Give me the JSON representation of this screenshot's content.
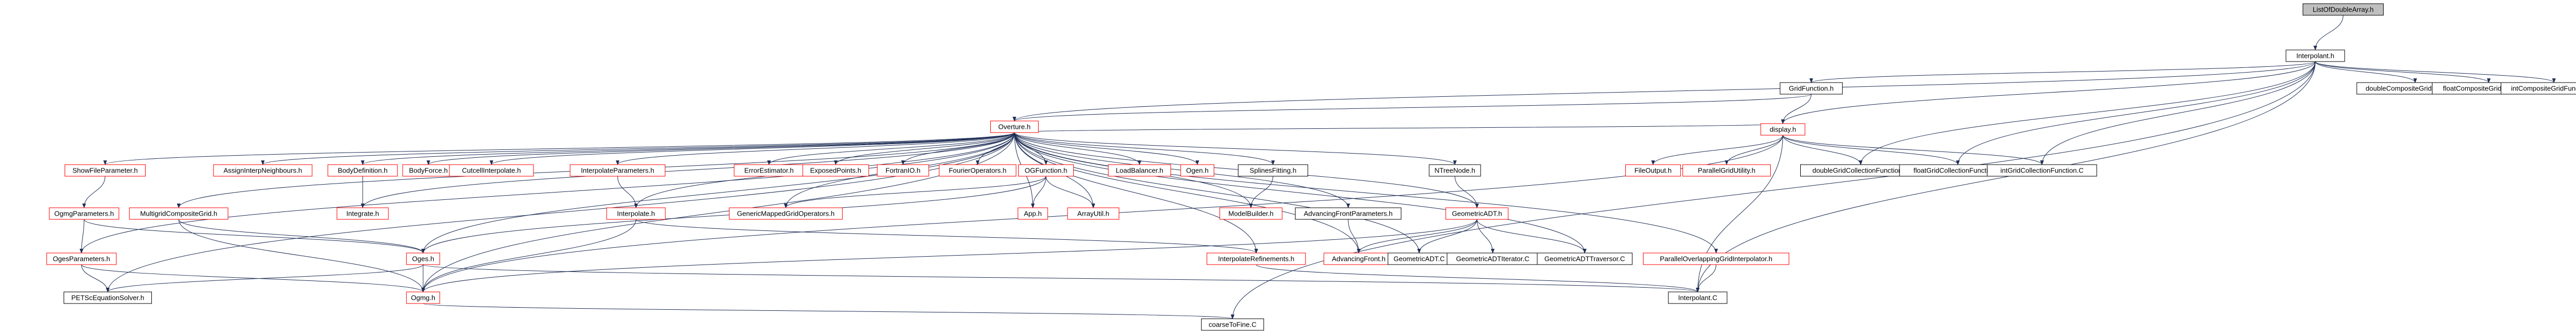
{
  "graph": {
    "nodes": [
      {
        "id": "root",
        "label": "ListOfDoubleArray.h",
        "style": "root"
      },
      {
        "id": "interp",
        "label": "Interpolant.h",
        "style": "black"
      },
      {
        "id": "gridfn",
        "label": "GridFunction.h",
        "style": "black"
      },
      {
        "id": "dcgf",
        "label": "doubleCompositeGridFunction.C",
        "style": "black"
      },
      {
        "id": "fcgf",
        "label": "floatCompositeGridFunction.C",
        "style": "black"
      },
      {
        "id": "icgf",
        "label": "intCompositeGridFunction.C",
        "style": "black"
      },
      {
        "id": "overture",
        "label": "Overture.h",
        "style": "red"
      },
      {
        "id": "display",
        "label": "display.h",
        "style": "red"
      },
      {
        "id": "showfile",
        "label": "ShowFileParameter.h",
        "style": "red"
      },
      {
        "id": "assignnb",
        "label": "AssignInterpNeighbours.h",
        "style": "red"
      },
      {
        "id": "bodydef",
        "label": "BodyDefinition.h",
        "style": "red"
      },
      {
        "id": "bodyforce",
        "label": "BodyForce.h",
        "style": "red"
      },
      {
        "id": "cutcell",
        "label": "CutcellInterpolate.h",
        "style": "red"
      },
      {
        "id": "interpparams",
        "label": "InterpolateParameters.h",
        "style": "red"
      },
      {
        "id": "errest",
        "label": "ErrorEstimator.h",
        "style": "red"
      },
      {
        "id": "exposed",
        "label": "ExposedPoints.h",
        "style": "red"
      },
      {
        "id": "fortran",
        "label": "FortranIO.h",
        "style": "red"
      },
      {
        "id": "fourier",
        "label": "FourierOperators.h",
        "style": "red"
      },
      {
        "id": "ogfunc",
        "label": "OGFunction.h",
        "style": "red"
      },
      {
        "id": "loadbal",
        "label": "LoadBalancer.h",
        "style": "red"
      },
      {
        "id": "ogen",
        "label": "Ogen.h",
        "style": "red"
      },
      {
        "id": "splinesf",
        "label": "SplinesFitting.h",
        "style": "black"
      },
      {
        "id": "ntree",
        "label": "NTreeNode.h",
        "style": "black"
      },
      {
        "id": "fileoutput",
        "label": "FileOutput.h",
        "style": "red"
      },
      {
        "id": "parallelgu",
        "label": "ParallelGridUtility.h",
        "style": "red"
      },
      {
        "id": "dgcf",
        "label": "doubleGridCollectionFunction.C",
        "style": "black"
      },
      {
        "id": "fgcf",
        "label": "floatGridCollectionFunction.C",
        "style": "black"
      },
      {
        "id": "igcf",
        "label": "intGridCollectionFunction.C",
        "style": "black"
      },
      {
        "id": "ogmgparams",
        "label": "OgmgParameters.h",
        "style": "red"
      },
      {
        "id": "multigridcg",
        "label": "MultigridCompositeGrid.h",
        "style": "red"
      },
      {
        "id": "integrate",
        "label": "Integrate.h",
        "style": "red"
      },
      {
        "id": "interpolate",
        "label": "Interpolate.h",
        "style": "red"
      },
      {
        "id": "genmapped",
        "label": "GenericMappedGridOperators.h",
        "style": "red"
      },
      {
        "id": "app",
        "label": "App.h",
        "style": "red"
      },
      {
        "id": "arrayutil",
        "label": "ArrayUtil.h",
        "style": "red"
      },
      {
        "id": "modelbuilder",
        "label": "ModelBuilder.h",
        "style": "red"
      },
      {
        "id": "advfrontparams",
        "label": "AdvancingFrontParameters.h",
        "style": "black"
      },
      {
        "id": "geomadt",
        "label": "GeometricADT.h",
        "style": "red"
      },
      {
        "id": "ogesparams",
        "label": "OgesParameters.h",
        "style": "red"
      },
      {
        "id": "oges",
        "label": "Oges.h",
        "style": "red"
      },
      {
        "id": "interprefine",
        "label": "InterpolateRefinements.h",
        "style": "red"
      },
      {
        "id": "advfront",
        "label": "AdvancingFront.h",
        "style": "red"
      },
      {
        "id": "geomadtc",
        "label": "GeometricADT.C",
        "style": "black"
      },
      {
        "id": "geomadtit",
        "label": "GeometricADTIterator.C",
        "style": "black"
      },
      {
        "id": "geomadttr",
        "label": "GeometricADTTraversor.C",
        "style": "black"
      },
      {
        "id": "parallelog",
        "label": "ParallelOverlappingGridInterpolator.h",
        "style": "red"
      },
      {
        "id": "petsc",
        "label": "PETScEquationSolver.h",
        "style": "black"
      },
      {
        "id": "ogmg",
        "label": "Ogmg.h",
        "style": "red"
      },
      {
        "id": "interpolantc",
        "label": "Interpolant.C",
        "style": "black"
      },
      {
        "id": "coarsetofine",
        "label": "coarseToFine.C",
        "style": "black"
      }
    ],
    "edges": [
      [
        "root",
        "interp"
      ],
      [
        "interp",
        "gridfn"
      ],
      [
        "interp",
        "dcgf"
      ],
      [
        "interp",
        "fcgf"
      ],
      [
        "interp",
        "icgf"
      ],
      [
        "interp",
        "overture"
      ],
      [
        "interp",
        "display"
      ],
      [
        "interp",
        "dgcf"
      ],
      [
        "interp",
        "fgcf"
      ],
      [
        "interp",
        "igcf"
      ],
      [
        "interp",
        "interpolantc"
      ],
      [
        "interp",
        "coarsetofine"
      ],
      [
        "gridfn",
        "overture"
      ],
      [
        "gridfn",
        "display"
      ],
      [
        "overture",
        "showfile"
      ],
      [
        "overture",
        "assignnb"
      ],
      [
        "overture",
        "bodydef"
      ],
      [
        "overture",
        "bodyforce"
      ],
      [
        "overture",
        "cutcell"
      ],
      [
        "overture",
        "interpparams"
      ],
      [
        "overture",
        "errest"
      ],
      [
        "overture",
        "exposed"
      ],
      [
        "overture",
        "fortran"
      ],
      [
        "overture",
        "fourier"
      ],
      [
        "overture",
        "ogfunc"
      ],
      [
        "overture",
        "loadbal"
      ],
      [
        "overture",
        "ogen"
      ],
      [
        "overture",
        "splinesf"
      ],
      [
        "overture",
        "ntree"
      ],
      [
        "overture",
        "geomadt"
      ],
      [
        "overture",
        "ogesparams"
      ],
      [
        "overture",
        "multigridcg"
      ],
      [
        "overture",
        "integrate"
      ],
      [
        "overture",
        "interpolate"
      ],
      [
        "overture",
        "genmapped"
      ],
      [
        "overture",
        "app"
      ],
      [
        "overture",
        "arrayutil"
      ],
      [
        "overture",
        "modelbuilder"
      ],
      [
        "overture",
        "advfrontparams"
      ],
      [
        "overture",
        "oges"
      ],
      [
        "overture",
        "ogmg"
      ],
      [
        "overture",
        "geomadtc"
      ],
      [
        "overture",
        "geomadttr"
      ],
      [
        "overture",
        "parallelog"
      ],
      [
        "overture",
        "petsc"
      ],
      [
        "overture",
        "interprefine"
      ],
      [
        "overture",
        "advfront"
      ],
      [
        "display",
        "overture"
      ],
      [
        "display",
        "fileoutput"
      ],
      [
        "display",
        "parallelgu"
      ],
      [
        "display",
        "dgcf"
      ],
      [
        "display",
        "fgcf"
      ],
      [
        "display",
        "igcf"
      ],
      [
        "display",
        "interpolantc"
      ],
      [
        "display",
        "ogmg"
      ],
      [
        "showfile",
        "ogmgparams"
      ],
      [
        "ogmgparams",
        "oges"
      ],
      [
        "ogmgparams",
        "ogesparams"
      ],
      [
        "ogesparams",
        "petsc"
      ],
      [
        "ogesparams",
        "ogmg"
      ],
      [
        "multigridcg",
        "oges"
      ],
      [
        "multigridcg",
        "ogmg"
      ],
      [
        "bodydef",
        "integrate"
      ],
      [
        "interpparams",
        "interpolate"
      ],
      [
        "interpolate",
        "interprefine"
      ],
      [
        "interpolate",
        "ogmg"
      ],
      [
        "ogfunc",
        "genmapped"
      ],
      [
        "ogfunc",
        "app"
      ],
      [
        "ogfunc",
        "arrayutil"
      ],
      [
        "ogfunc",
        "oges"
      ],
      [
        "splinesf",
        "modelbuilder"
      ],
      [
        "advfrontparams",
        "advfront"
      ],
      [
        "ntree",
        "geomadt"
      ],
      [
        "geomadt",
        "geomadtc"
      ],
      [
        "geomadt",
        "geomadtit"
      ],
      [
        "geomadt",
        "geomadttr"
      ],
      [
        "geomadt",
        "advfront"
      ],
      [
        "geomadt",
        "ogmg"
      ],
      [
        "oges",
        "ogmg"
      ],
      [
        "oges",
        "interpolantc"
      ],
      [
        "oges",
        "petsc"
      ],
      [
        "interprefine",
        "interpolantc"
      ],
      [
        "parallelog",
        "interpolantc"
      ],
      [
        "ogmg",
        "coarsetofine"
      ]
    ]
  }
}
